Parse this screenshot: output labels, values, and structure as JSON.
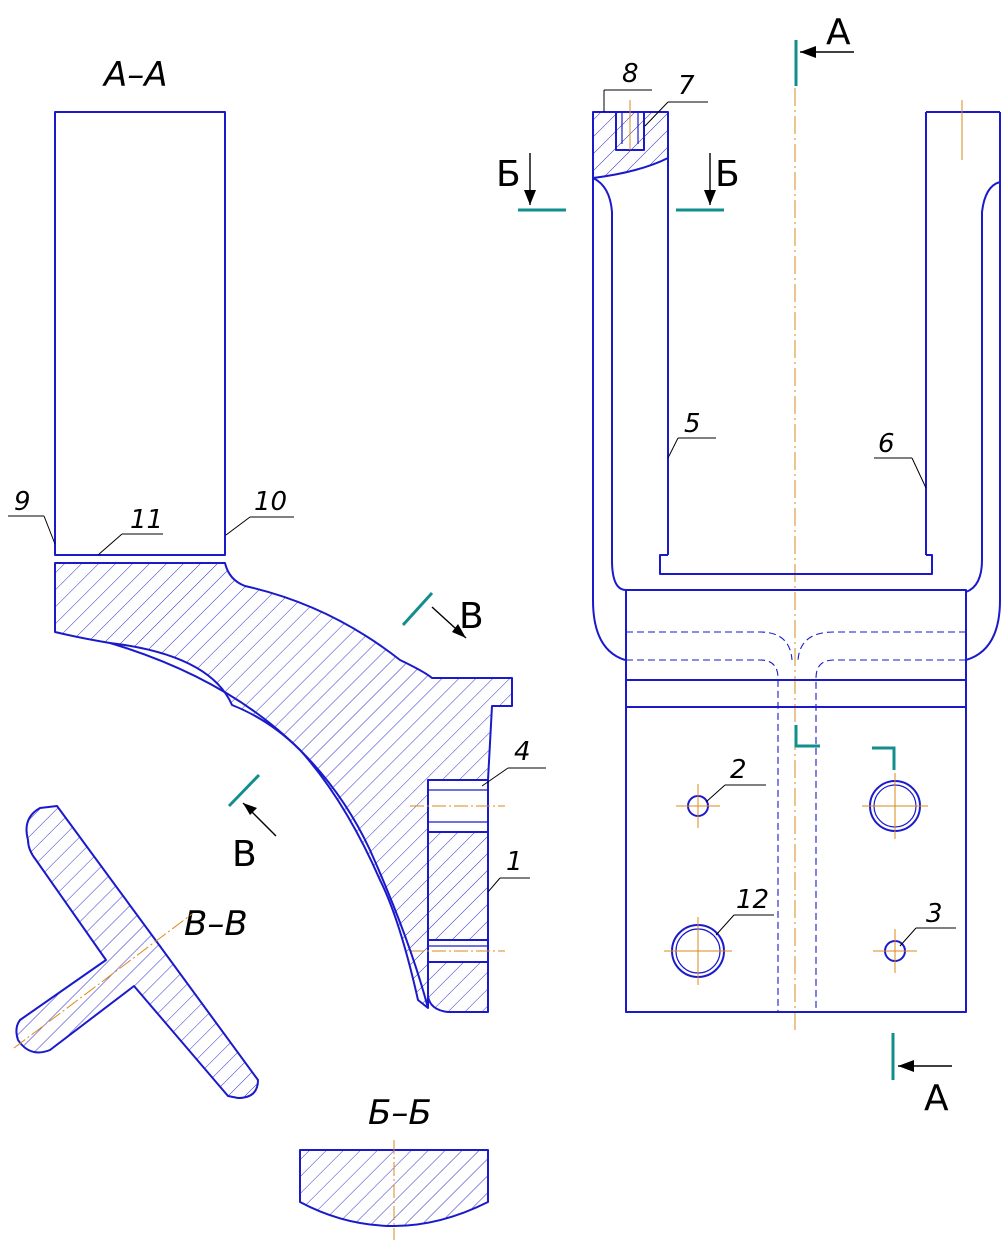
{
  "sections": {
    "aa": "А–А",
    "bb": "Б–Б",
    "vv": "В–В"
  },
  "cut_letters": {
    "a": "А",
    "b": "Б",
    "v": "В"
  },
  "callouts": {
    "c1": "1",
    "c2": "2",
    "c3": "3",
    "c4": "4",
    "c5": "5",
    "c6": "6",
    "c7": "7",
    "c8": "8",
    "c9": "9",
    "c10": "10",
    "c11": "11",
    "c12": "12"
  },
  "colors": {
    "outline": "#1a1acc",
    "axis": "#d98a1e",
    "cutting_plane": "#138e8e",
    "text": "#000000"
  }
}
